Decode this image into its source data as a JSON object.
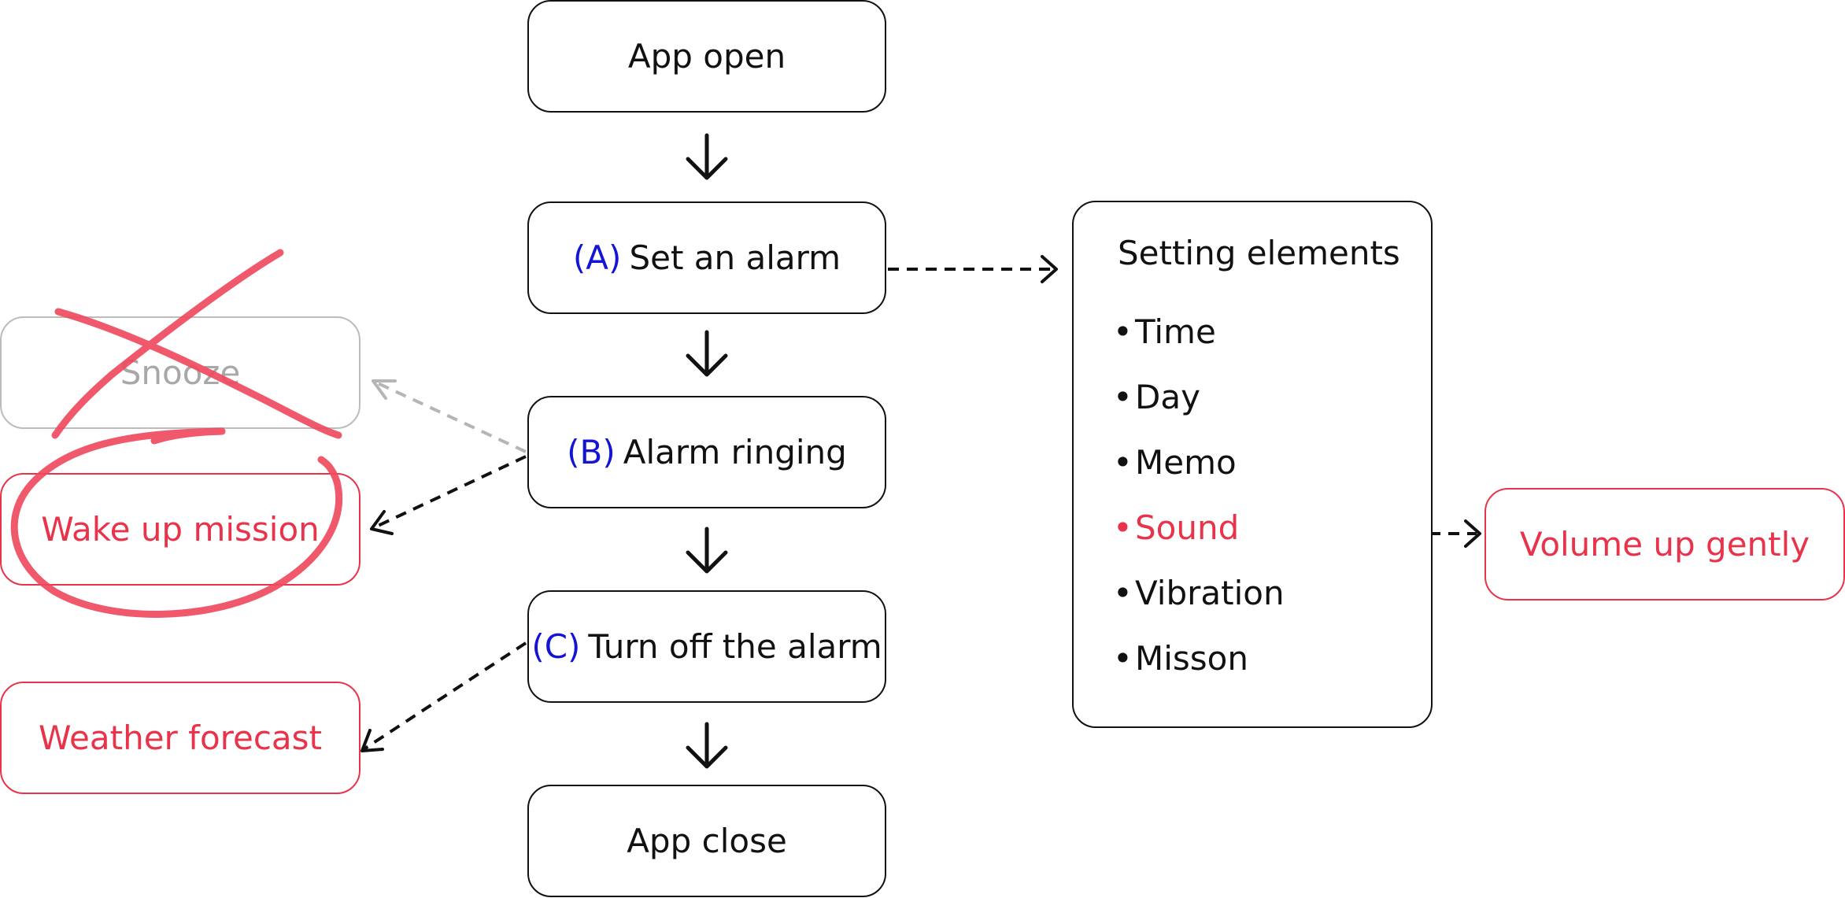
{
  "flow": {
    "app_open": "App open",
    "set_alarm": {
      "tag": "(A)",
      "label": "Set an alarm"
    },
    "alarm_ringing": {
      "tag": "(B)",
      "label": "Alarm ringing"
    },
    "turn_off": {
      "tag": "(C)",
      "label": "Turn off the alarm"
    },
    "app_close": "App close"
  },
  "side": {
    "snooze": "Snooze",
    "wake_up_mission": "Wake up mission",
    "weather_forecast": "Weather forecast"
  },
  "settings": {
    "title": "Setting elements",
    "items": [
      {
        "label": "Time"
      },
      {
        "label": "Day"
      },
      {
        "label": "Memo"
      },
      {
        "label": "Sound"
      },
      {
        "label": "Vibration"
      },
      {
        "label": "Misson"
      }
    ]
  },
  "volume": "Volume up gently",
  "colors": {
    "black": "#111111",
    "red": "#e8334a",
    "blue": "#1414d4",
    "grey": "#a8a8a8"
  }
}
